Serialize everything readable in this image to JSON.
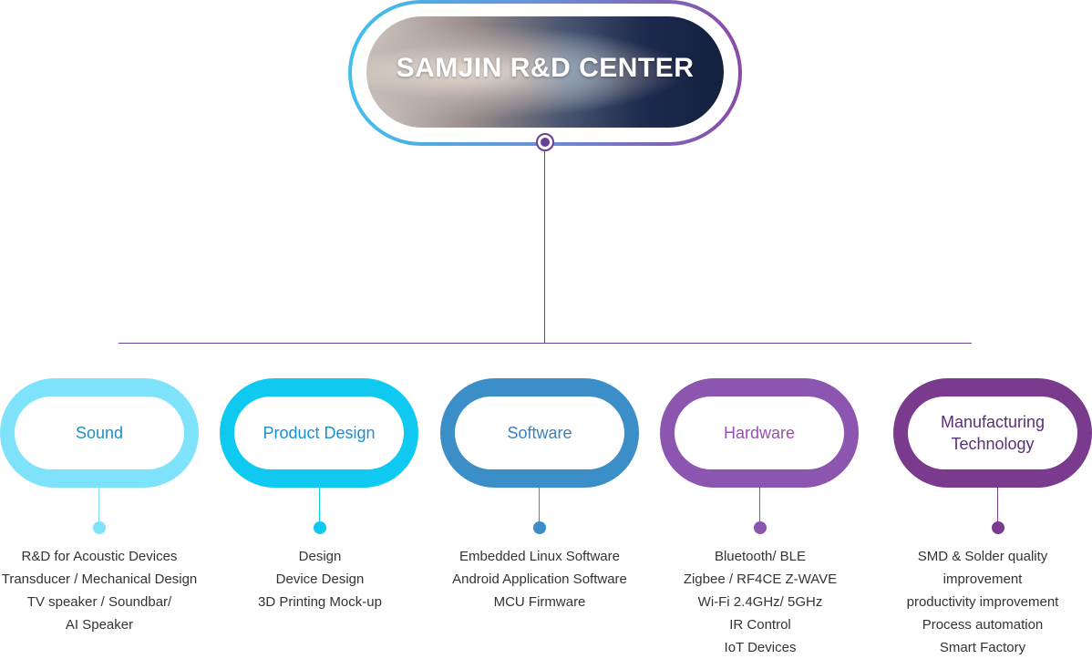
{
  "center": {
    "title": "SAMJIN R&D CENTER"
  },
  "colors": {
    "connector": "#6b3e92",
    "sound": "#7fe2fb",
    "product_design": "#10c9f0",
    "software": "#3b8ec8",
    "hardware": "#8c55b0",
    "manufacturing": "#7a3a8e"
  },
  "categories": [
    {
      "id": "sound",
      "label": "Sound",
      "label_color": "#1f8fc0",
      "items": [
        "R&D for Acoustic Devices",
        "Transducer / Mechanical Design",
        "TV speaker / Soundbar/",
        "AI Speaker"
      ]
    },
    {
      "id": "product-design",
      "label": "Product Design",
      "label_color": "#1a8fd0",
      "items": [
        "Design",
        "Device Design",
        "3D Printing Mock-up"
      ]
    },
    {
      "id": "software",
      "label": "Software",
      "label_color": "#3a80bf",
      "items": [
        "Embedded Linux Software",
        "Android Application Software",
        "MCU Firmware"
      ]
    },
    {
      "id": "hardware",
      "label": "Hardware",
      "label_color": "#9650b0",
      "items": [
        "Bluetooth/ BLE",
        "Zigbee / RF4CE Z-WAVE",
        "Wi-Fi 2.4GHz/ 5GHz",
        "IR Control",
        "IoT Devices"
      ]
    },
    {
      "id": "manufacturing-technology",
      "label": "Manufacturing\nTechnology",
      "label_line1": "Manufacturing",
      "label_line2": "Technology",
      "label_color": "#5a2f7a",
      "items": [
        "SMD & Solder quality",
        "improvement",
        "productivity improvement",
        "Process automation",
        "Smart Factory"
      ]
    }
  ]
}
